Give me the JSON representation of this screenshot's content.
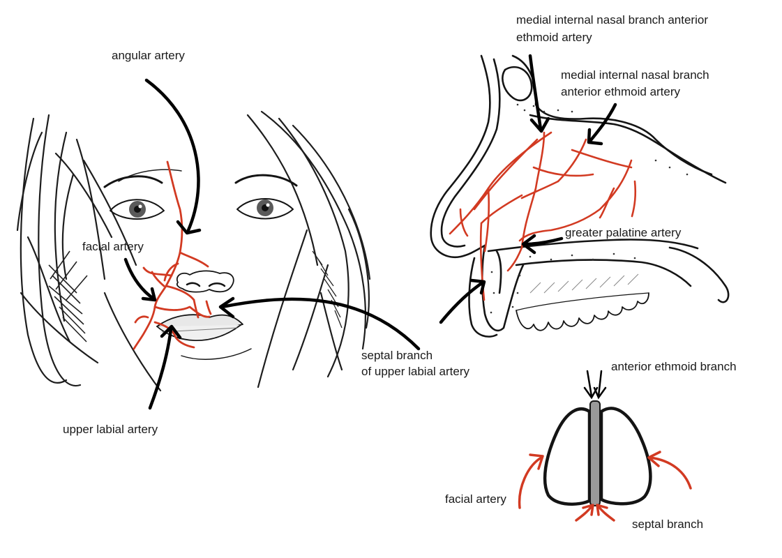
{
  "colors": {
    "artery": "#d23a22",
    "ink": "#141414",
    "septum": "#9a9a9a",
    "background": "#ffffff"
  },
  "labels": {
    "angular_artery": "angular artery",
    "facial_artery_face": "facial artery",
    "upper_labial_artery": "upper labial artery",
    "septal_branch_line1": "septal branch",
    "septal_branch_line2": "of upper labial artery",
    "medial_nasal_1_line1": "medial internal nasal branch anterior",
    "medial_nasal_1_line2": "ethmoid artery",
    "medial_nasal_2_line1": "medial internal nasal branch",
    "medial_nasal_2_line2": "anterior ethmoid artery",
    "greater_palatine_artery": "greater palatine artery",
    "anterior_ethmoid_branch": "anterior ethmoid branch",
    "facial_artery_nostril": "facial artery",
    "septal_branch": "septal branch"
  }
}
